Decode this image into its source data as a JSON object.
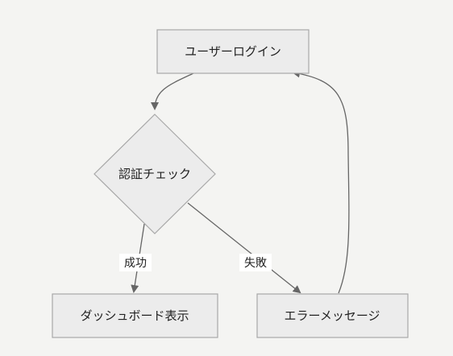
{
  "diagram": {
    "type": "flowchart",
    "nodes": {
      "login": {
        "label": "ユーザーログイン",
        "shape": "rect"
      },
      "auth_check": {
        "label": "認証チェック",
        "shape": "diamond"
      },
      "dashboard": {
        "label": "ダッシュボード表示",
        "shape": "rect"
      },
      "error": {
        "label": "エラーメッセージ",
        "shape": "rect"
      }
    },
    "edges": {
      "login_to_auth": {
        "from": "login",
        "to": "auth_check",
        "label": ""
      },
      "auth_success": {
        "from": "auth_check",
        "to": "dashboard",
        "label": "成功"
      },
      "auth_fail": {
        "from": "auth_check",
        "to": "error",
        "label": "失敗"
      },
      "error_to_login": {
        "from": "error",
        "to": "login",
        "label": ""
      }
    },
    "colors": {
      "background": "#f4f4f2",
      "node_fill": "#ececec",
      "node_stroke": "#a8a8a8",
      "edge": "#666666",
      "label_bg": "#ffffff"
    }
  }
}
